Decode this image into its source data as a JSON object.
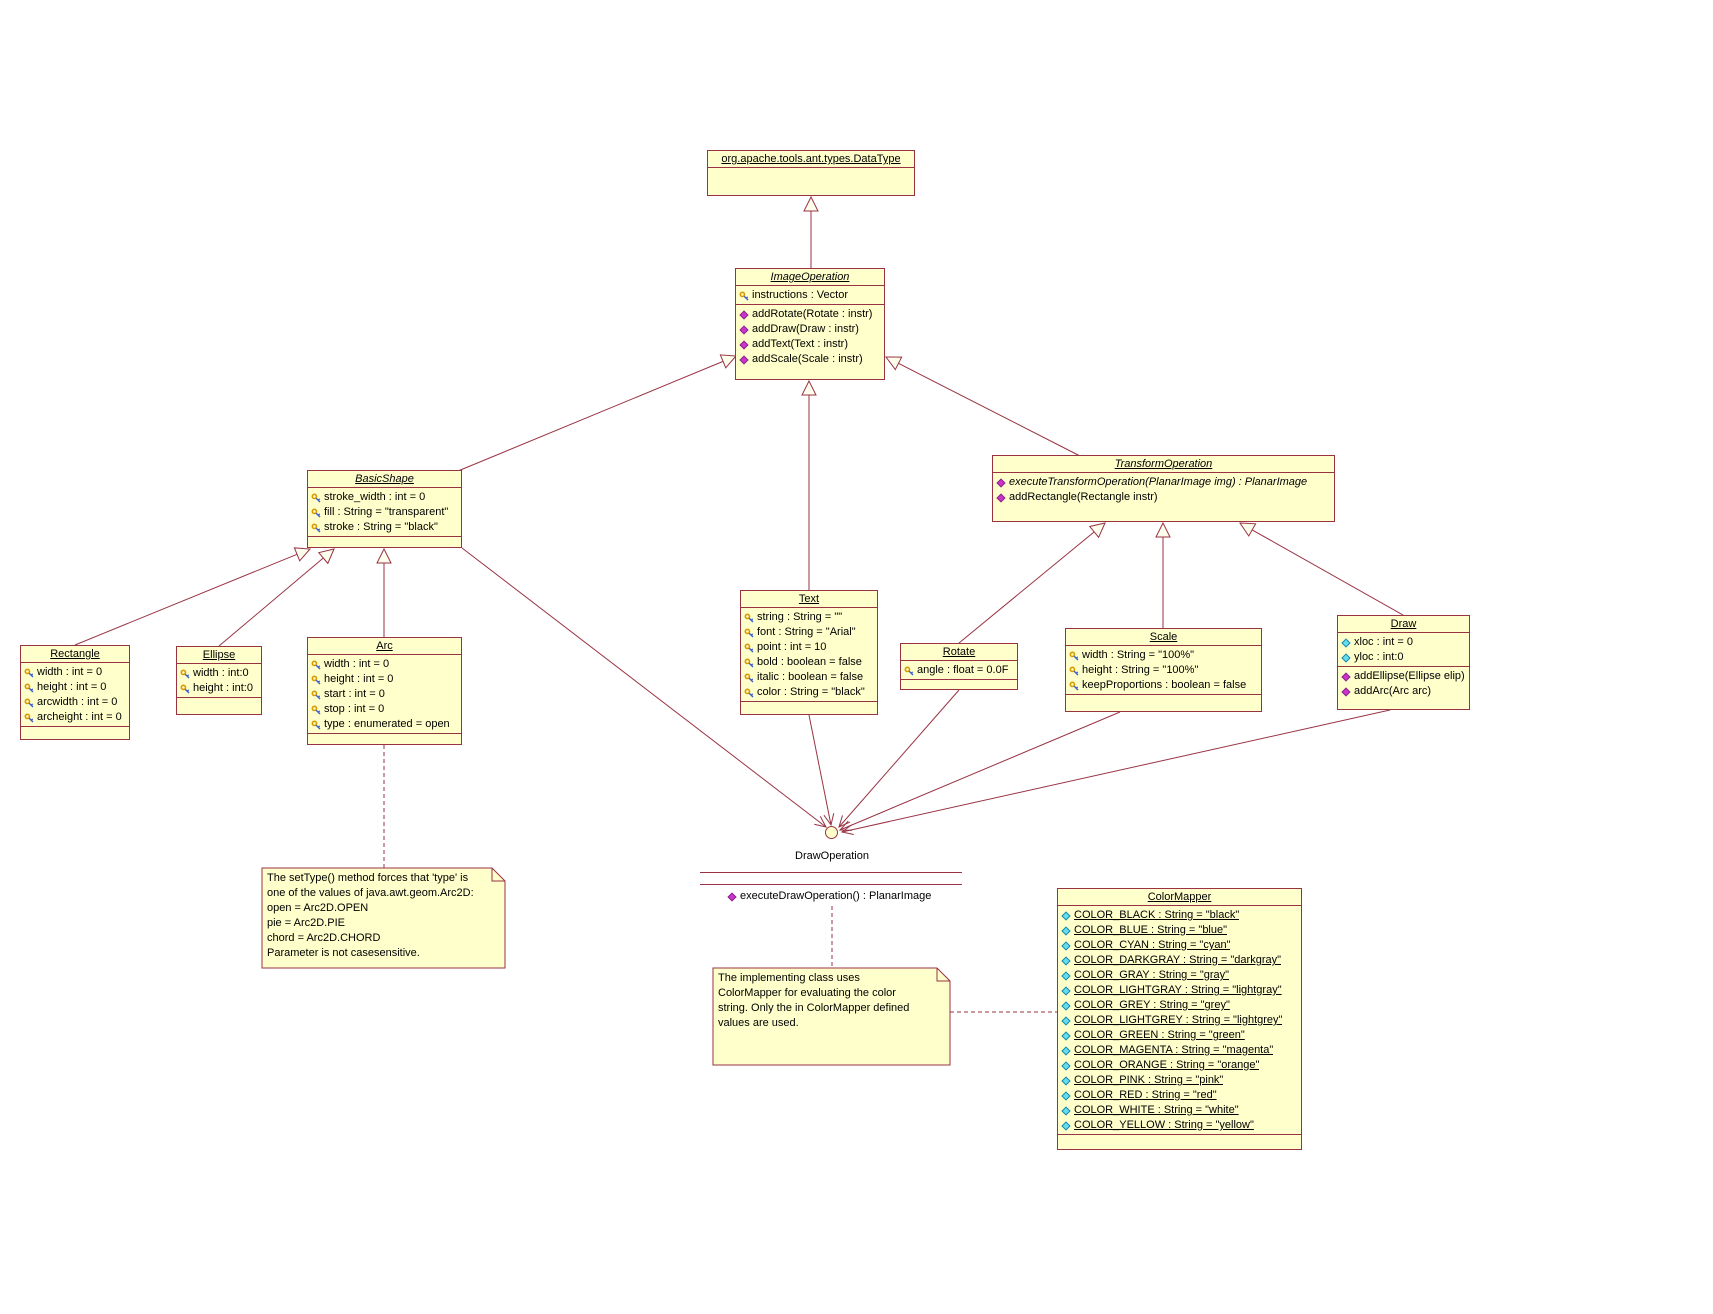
{
  "diagram": {
    "colors": {
      "class_fill": "#FFFFCC",
      "class_border": "#993344",
      "connector": "#993344",
      "note_fill": "#FFFFCC",
      "method_icon": "#CC33CC",
      "attribute_key_icon": "#D99A00",
      "attribute_public_icon": "#66DDEE",
      "background": "#FFFFFF"
    },
    "classes": [
      {
        "id": "datatype",
        "name": "org.apache.tools.ant.types.DataType",
        "abstract": false,
        "attributes": [],
        "methods": []
      },
      {
        "id": "image-operation",
        "name": "ImageOperation",
        "abstract": true,
        "attributes": [
          {
            "icon": "protected-attribute-icon",
            "text": "instructions : Vector"
          }
        ],
        "methods": [
          {
            "icon": "method-icon",
            "text": "addRotate(Rotate : instr)"
          },
          {
            "icon": "method-icon",
            "text": "addDraw(Draw : instr)"
          },
          {
            "icon": "method-icon",
            "text": "addText(Text : instr)"
          },
          {
            "icon": "method-icon",
            "text": "addScale(Scale : instr)"
          }
        ]
      },
      {
        "id": "basic-shape",
        "name": "BasicShape",
        "abstract": true,
        "attributes": [
          {
            "icon": "protected-attribute-icon",
            "text": "stroke_width : int = 0"
          },
          {
            "icon": "protected-attribute-icon",
            "text": "fill : String = \"transparent\""
          },
          {
            "icon": "protected-attribute-icon",
            "text": "stroke : String = \"black\""
          }
        ],
        "methods": []
      },
      {
        "id": "transform-operation",
        "name": "TransformOperation",
        "abstract": true,
        "attributes": [],
        "methods": [
          {
            "icon": "method-icon",
            "text": "executeTransformOperation(PlanarImage img) : PlanarImage",
            "italic": true
          },
          {
            "icon": "method-icon",
            "text": "addRectangle(Rectangle instr)"
          }
        ]
      },
      {
        "id": "rectangle",
        "name": "Rectangle",
        "abstract": false,
        "attributes": [
          {
            "icon": "protected-attribute-icon",
            "text": "width : int = 0"
          },
          {
            "icon": "protected-attribute-icon",
            "text": "height : int = 0"
          },
          {
            "icon": "protected-attribute-icon",
            "text": "arcwidth : int = 0"
          },
          {
            "icon": "protected-attribute-icon",
            "text": "archeight : int = 0"
          }
        ],
        "methods": []
      },
      {
        "id": "ellipse",
        "name": "Ellipse",
        "abstract": false,
        "attributes": [
          {
            "icon": "protected-attribute-icon",
            "text": "width : int:0"
          },
          {
            "icon": "protected-attribute-icon",
            "text": "height : int:0"
          }
        ],
        "methods": []
      },
      {
        "id": "arc",
        "name": "Arc",
        "abstract": false,
        "attributes": [
          {
            "icon": "protected-attribute-icon",
            "text": "width : int = 0"
          },
          {
            "icon": "protected-attribute-icon",
            "text": "height : int = 0"
          },
          {
            "icon": "protected-attribute-icon",
            "text": "start : int = 0"
          },
          {
            "icon": "protected-attribute-icon",
            "text": "stop : int = 0"
          },
          {
            "icon": "protected-attribute-icon",
            "text": "type : enumerated = open"
          }
        ],
        "methods": []
      },
      {
        "id": "text",
        "name": "Text",
        "abstract": false,
        "attributes": [
          {
            "icon": "protected-attribute-icon",
            "text": "string : String = \"\""
          },
          {
            "icon": "protected-attribute-icon",
            "text": "font : String = \"Arial\""
          },
          {
            "icon": "protected-attribute-icon",
            "text": "point : int = 10"
          },
          {
            "icon": "protected-attribute-icon",
            "text": "bold : boolean = false"
          },
          {
            "icon": "protected-attribute-icon",
            "text": "italic : boolean = false"
          },
          {
            "icon": "protected-attribute-icon",
            "text": "color : String = \"black\""
          }
        ],
        "methods": []
      },
      {
        "id": "rotate",
        "name": "Rotate",
        "abstract": false,
        "attributes": [
          {
            "icon": "protected-attribute-icon",
            "text": "angle : float = 0.0F"
          }
        ],
        "methods": []
      },
      {
        "id": "scale",
        "name": "Scale",
        "abstract": false,
        "attributes": [
          {
            "icon": "protected-attribute-icon",
            "text": "width : String = \"100%\""
          },
          {
            "icon": "protected-attribute-icon",
            "text": "height : String = \"100%\""
          },
          {
            "icon": "protected-attribute-icon",
            "text": "keepProportions : boolean = false"
          }
        ],
        "methods": []
      },
      {
        "id": "draw",
        "name": "Draw",
        "abstract": false,
        "attributes": [
          {
            "icon": "public-attribute-icon",
            "text": "xloc : int = 0"
          },
          {
            "icon": "public-attribute-icon",
            "text": "yloc : int:0"
          }
        ],
        "methods": [
          {
            "icon": "method-icon",
            "text": "addEllipse(Ellipse elip)"
          },
          {
            "icon": "method-icon",
            "text": "addArc(Arc arc)"
          }
        ]
      },
      {
        "id": "color-mapper",
        "name": "ColorMapper",
        "abstract": false,
        "attributes": [
          {
            "icon": "public-attribute-icon",
            "underline": true,
            "text": "COLOR_BLACK : String = \"black\""
          },
          {
            "icon": "public-attribute-icon",
            "underline": true,
            "text": "COLOR_BLUE : String = \"blue\""
          },
          {
            "icon": "public-attribute-icon",
            "underline": true,
            "text": "COLOR_CYAN : String = \"cyan\""
          },
          {
            "icon": "public-attribute-icon",
            "underline": true,
            "text": "COLOR_DARKGRAY : String = \"darkgray\""
          },
          {
            "icon": "public-attribute-icon",
            "underline": true,
            "text": "COLOR_GRAY : String = \"gray\""
          },
          {
            "icon": "public-attribute-icon",
            "underline": true,
            "text": "COLOR_LIGHTGRAY : String = \"lightgray\""
          },
          {
            "icon": "public-attribute-icon",
            "underline": true,
            "text": "COLOR_GREY : String = \"grey\""
          },
          {
            "icon": "public-attribute-icon",
            "underline": true,
            "text": "COLOR_LIGHTGREY : String = \"lightgrey\""
          },
          {
            "icon": "public-attribute-icon",
            "underline": true,
            "text": "COLOR_GREEN : String = \"green\""
          },
          {
            "icon": "public-attribute-icon",
            "underline": true,
            "text": "COLOR_MAGENTA : String = \"magenta\""
          },
          {
            "icon": "public-attribute-icon",
            "underline": true,
            "text": "COLOR_ORANGE : String = \"orange\""
          },
          {
            "icon": "public-attribute-icon",
            "underline": true,
            "text": "COLOR_PINK : String = \"pink\""
          },
          {
            "icon": "public-attribute-icon",
            "underline": true,
            "text": "COLOR_RED : String = \"red\""
          },
          {
            "icon": "public-attribute-icon",
            "underline": true,
            "text": "COLOR_WHITE : String = \"white\""
          },
          {
            "icon": "public-attribute-icon",
            "underline": true,
            "text": "COLOR_YELLOW : String = \"yellow\""
          }
        ],
        "methods": []
      }
    ],
    "interface": {
      "name": "DrawOperation",
      "methods": [
        {
          "icon": "method-icon",
          "text": "executeDrawOperation() : PlanarImage"
        }
      ]
    },
    "notes": [
      {
        "id": "arc-type-note",
        "lines": [
          "The setType() method forces that 'type' is",
          "one of the values of java.awt.geom.Arc2D:",
          "open = Arc2D.OPEN",
          "pie = Arc2D.PIE",
          "chord = Arc2D.CHORD",
          "Parameter is not casesensitive."
        ]
      },
      {
        "id": "colormapper-note",
        "lines": [
          "The implementing class uses",
          "ColorMapper for evaluating the color",
          "string. Only the in ColorMapper defined",
          "values are used."
        ]
      }
    ]
  }
}
